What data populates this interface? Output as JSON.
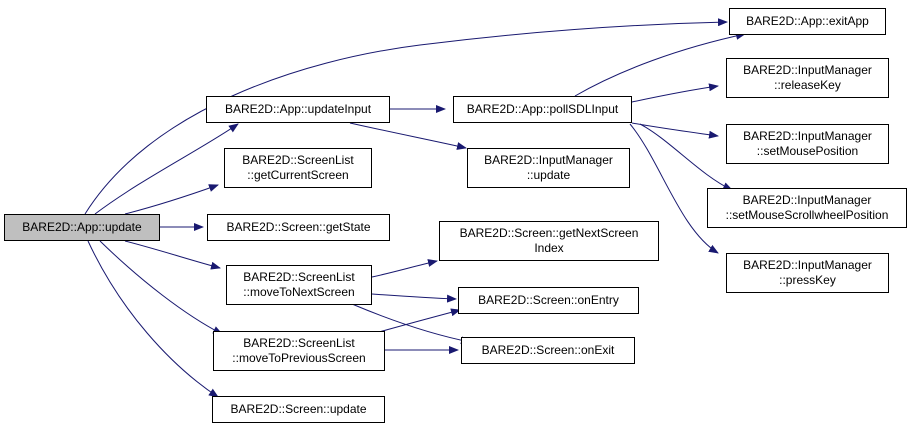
{
  "diagram": {
    "colors": {
      "edge": "#191970",
      "node_border": "#000000",
      "root_fill": "#bfbfbf",
      "node_fill": "#ffffff"
    },
    "nodes": {
      "app_update": {
        "lines": [
          "BARE2D::App::update"
        ]
      },
      "app_updateinput": {
        "lines": [
          "BARE2D::App::updateInput"
        ]
      },
      "screenlist_getcurrentscreen": {
        "lines": [
          "BARE2D::ScreenList",
          "::getCurrentScreen"
        ]
      },
      "screen_getstate": {
        "lines": [
          "BARE2D::Screen::getState"
        ]
      },
      "screenlist_movetonextscreen": {
        "lines": [
          "BARE2D::ScreenList",
          "::moveToNextScreen"
        ]
      },
      "screenlist_movetopreviousscreen": {
        "lines": [
          "BARE2D::ScreenList",
          "::moveToPreviousScreen"
        ]
      },
      "screen_update": {
        "lines": [
          "BARE2D::Screen::update"
        ]
      },
      "app_pollsdlinput": {
        "lines": [
          "BARE2D::App::pollSDLInput"
        ]
      },
      "inputmanager_update": {
        "lines": [
          "BARE2D::InputManager",
          "::update"
        ]
      },
      "screen_getnextscreenindex": {
        "lines": [
          "BARE2D::Screen::getNextScreen",
          "Index"
        ]
      },
      "screen_onentry": {
        "lines": [
          "BARE2D::Screen::onEntry"
        ]
      },
      "screen_onexit": {
        "lines": [
          "BARE2D::Screen::onExit"
        ]
      },
      "app_exitapp": {
        "lines": [
          "BARE2D::App::exitApp"
        ]
      },
      "inputmanager_releasekey": {
        "lines": [
          "BARE2D::InputManager",
          "::releaseKey"
        ]
      },
      "inputmanager_setmouseposition": {
        "lines": [
          "BARE2D::InputManager",
          "::setMousePosition"
        ]
      },
      "inputmanager_setmousescrollwheelposition": {
        "lines": [
          "BARE2D::InputManager",
          "::setMouseScrollwheelPosition"
        ]
      },
      "inputmanager_presskey": {
        "lines": [
          "BARE2D::InputManager",
          "::pressKey"
        ]
      }
    }
  }
}
